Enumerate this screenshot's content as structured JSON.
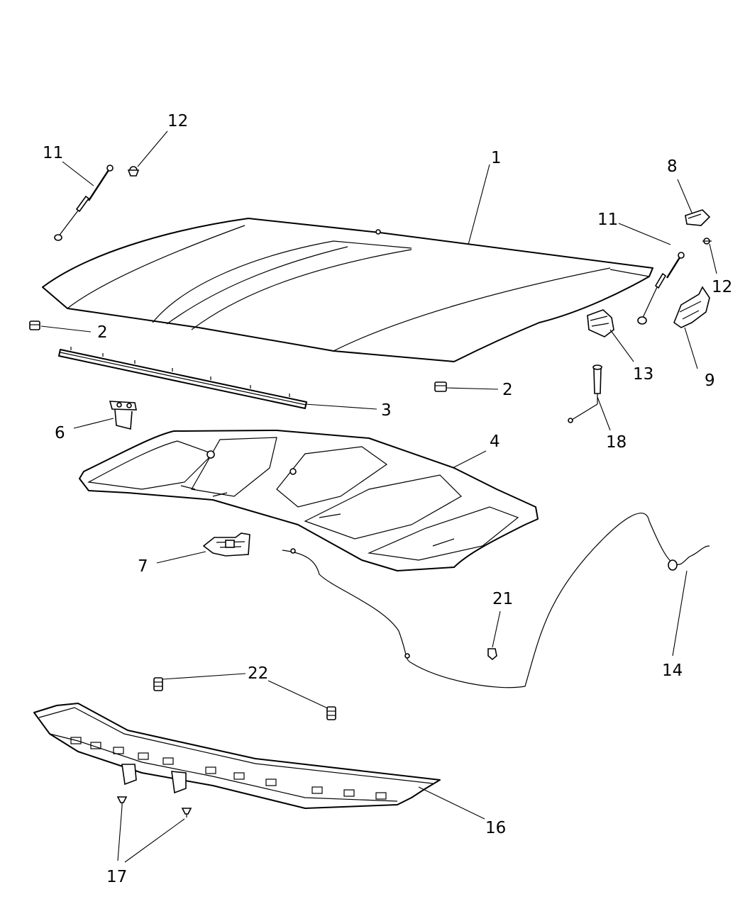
{
  "callouts": {
    "c1": "1",
    "c2a": "2",
    "c2b": "2",
    "c3": "3",
    "c4": "4",
    "c6": "6",
    "c7": "7",
    "c8": "8",
    "c9": "9",
    "c11a": "11",
    "c11b": "11",
    "c12a": "12",
    "c12b": "12",
    "c13": "13",
    "c14": "14",
    "c16": "16",
    "c17": "17",
    "c18": "18",
    "c21": "21",
    "c22": "22"
  }
}
